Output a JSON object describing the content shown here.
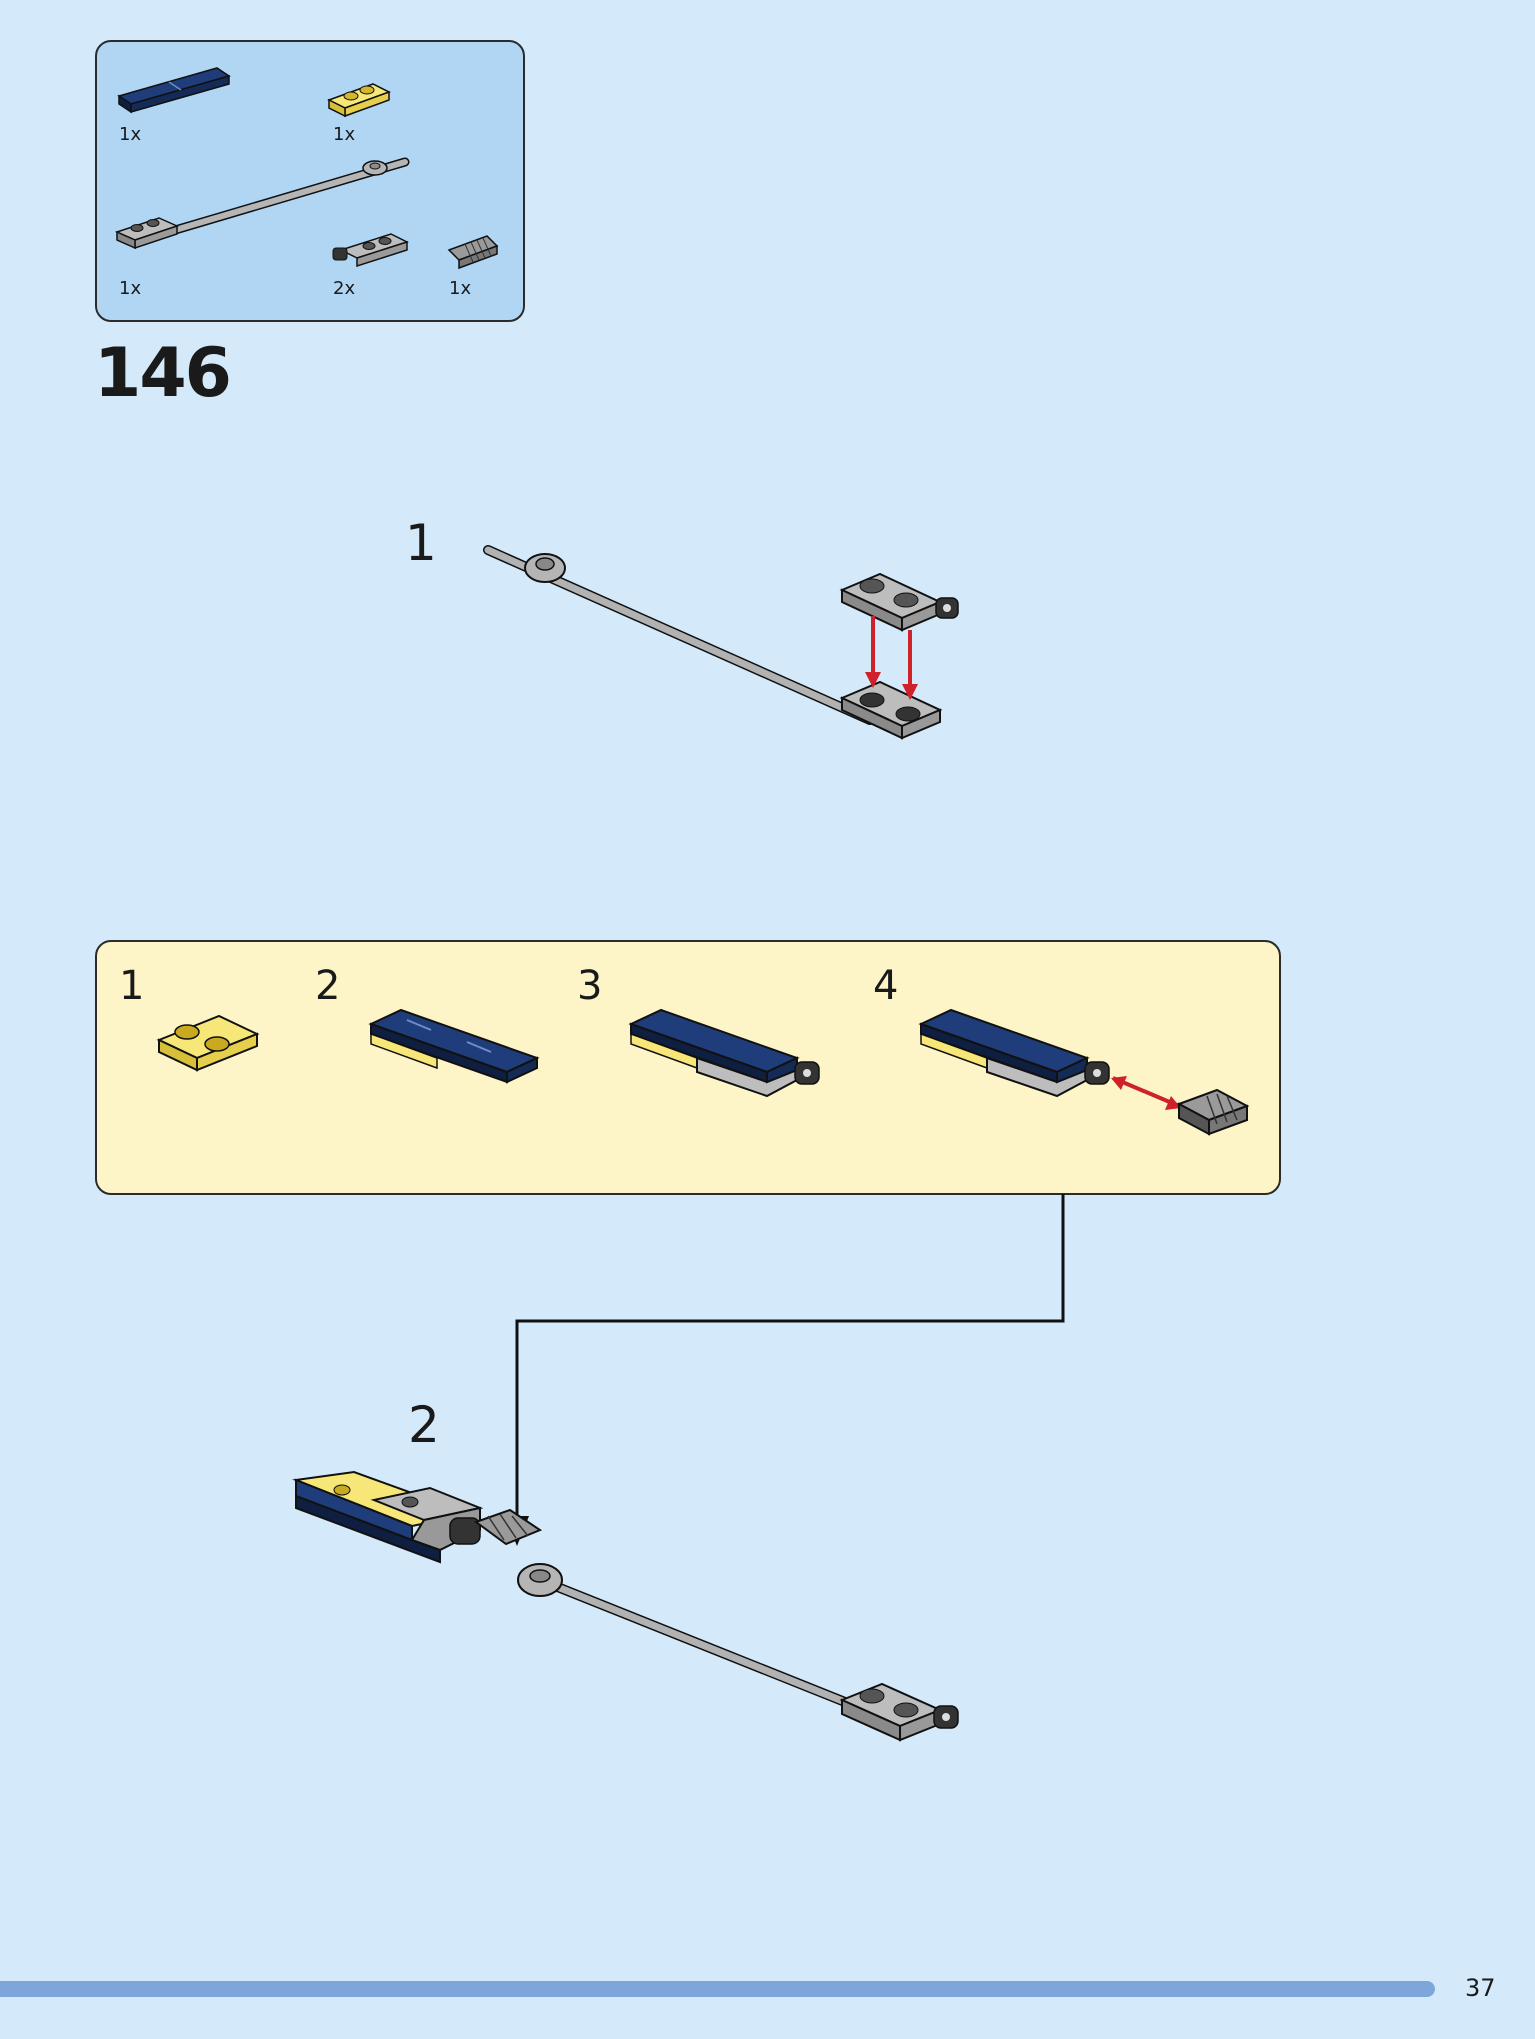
{
  "step": "146",
  "page_number": "37",
  "parts": [
    {
      "icon": "blue-solar-tile-icon",
      "qty": "1x"
    },
    {
      "icon": "yellow-plate-icon",
      "qty": "1x"
    },
    {
      "icon": "grey-bar-with-plate-icon",
      "qty": "1x"
    },
    {
      "icon": "grey-clip-plate-icon",
      "qty": "2x"
    },
    {
      "icon": "spring-connector-icon",
      "qty": "1x"
    }
  ],
  "substeps": [
    "1",
    "2"
  ],
  "callout_steps": [
    "1",
    "2",
    "3",
    "4"
  ],
  "colors": {
    "background": "#d4eafa",
    "parts_box": "#b0d6f3",
    "callout": "#fdf4c8",
    "page_bar": "#7fa6da",
    "arrow": "#d0202a"
  }
}
